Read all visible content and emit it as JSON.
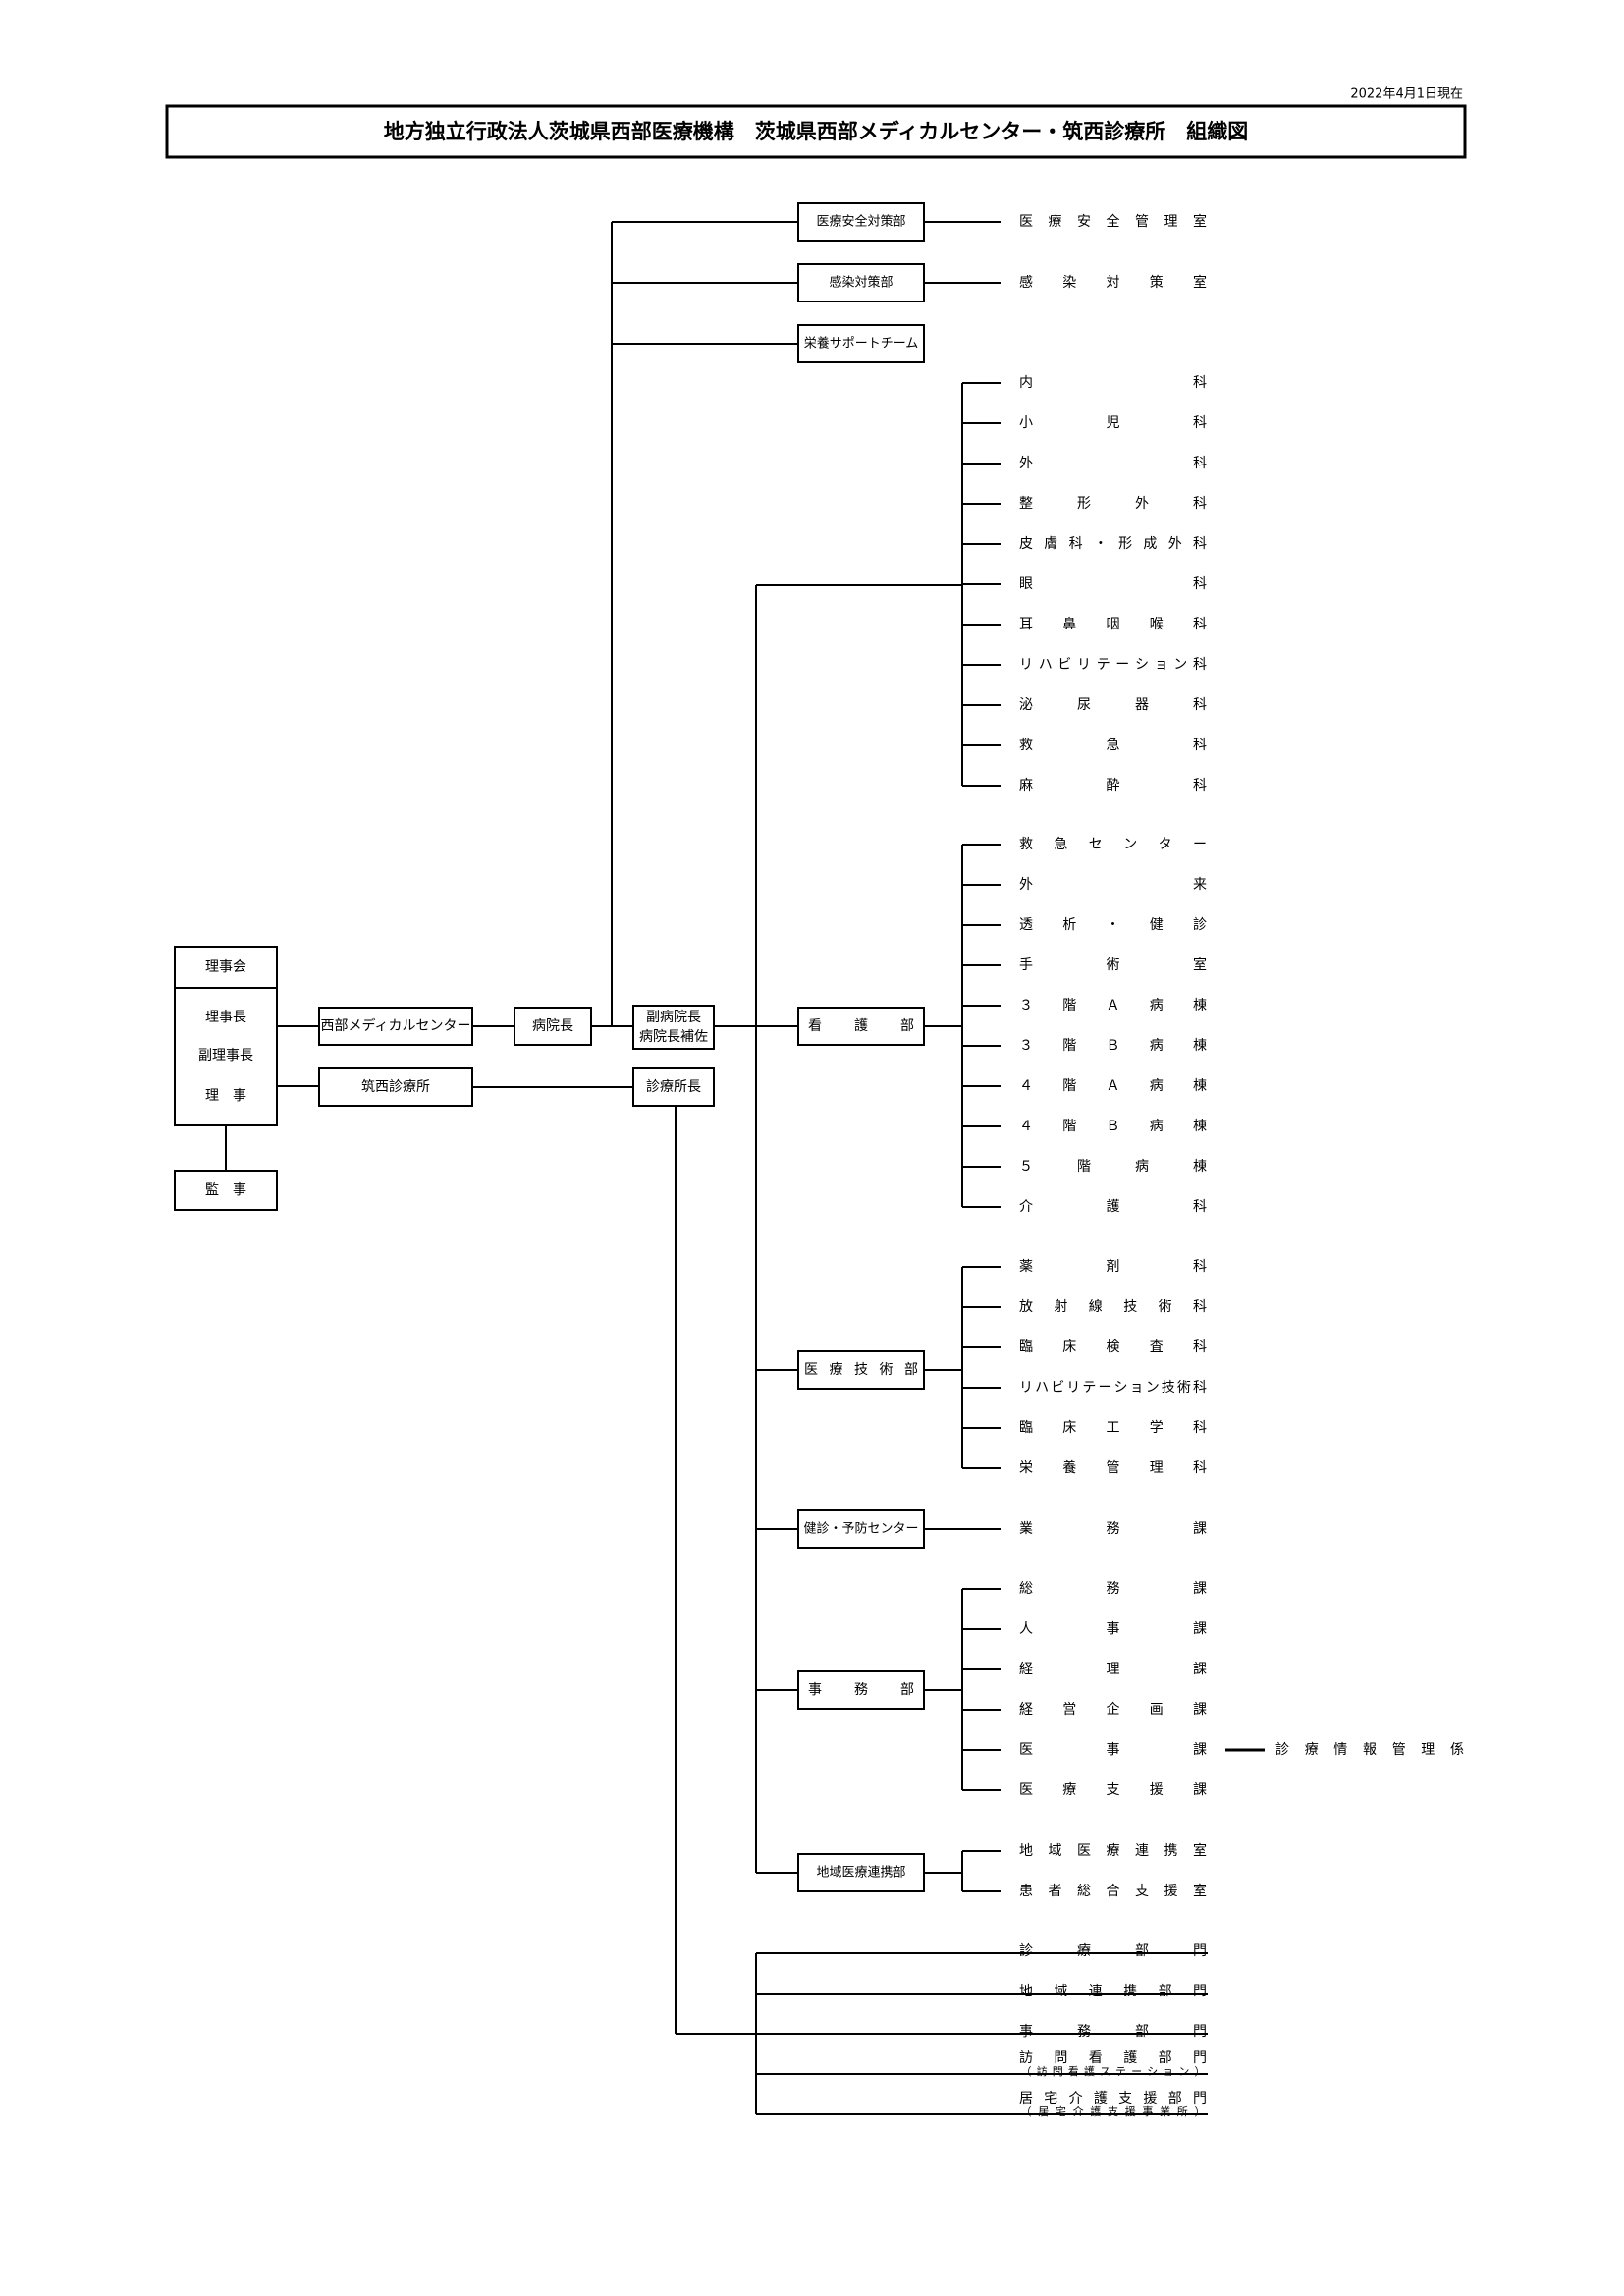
{
  "date_note": "2022年4月1日現在",
  "title": "地方独立行政法人茨城県西部医療機構　茨城県西部メディカルセンター・筑西診療所　組織図",
  "board": {
    "council": "理事会",
    "chair": "理事長",
    "vice_chair": "副理事長",
    "director": "理　事",
    "auditor": "監　事"
  },
  "units": {
    "seibu_mc": "西部メディカルセンター",
    "chikusei_clinic": "筑西診療所",
    "hospital_director": "病院長",
    "deputy_director": [
      "副病院長",
      "病院長補佐"
    ],
    "clinic_director": "診療所長"
  },
  "top_departments": [
    {
      "name": "医療安全対策部",
      "child": "医療安全管理室"
    },
    {
      "name": "感染対策部",
      "child": "感染対策室"
    },
    {
      "name": "栄養サポートチーム",
      "child": ""
    }
  ],
  "clinical_departments": [
    "内科",
    "小児科",
    "外科",
    "整形外科",
    "皮膚科・形成外科",
    "眼科",
    "耳鼻咽喉科",
    "リハビリテーション科",
    "泌尿器科",
    "救急科",
    "麻酔科"
  ],
  "nursing": {
    "name": "看護部",
    "children": [
      "救急センター",
      "外来",
      "透析・健診",
      "手術室",
      "３階Ａ病棟",
      "３階Ｂ病棟",
      "４階Ａ病棟",
      "４階Ｂ病棟",
      "５階病棟",
      "介護科"
    ]
  },
  "medical_tech": {
    "name": "医療技術部",
    "children": [
      "薬剤科",
      "放射線技術科",
      "臨床検査科",
      "リハビリテーション技術科",
      "臨床工学科",
      "栄養管理科"
    ]
  },
  "checkup": {
    "name": "健診・予防センター",
    "children": [
      "業務課"
    ]
  },
  "admin": {
    "name": "事務部",
    "children": [
      "総務課",
      "人事課",
      "経理課",
      "経営企画課",
      "医事課",
      "医療支援課"
    ],
    "sub_of_medical_affairs": "診療情報管理係"
  },
  "regional": {
    "name": "地域医療連携部",
    "children": [
      "地域医療連携室",
      "患者総合支援室"
    ]
  },
  "clinic_divisions": [
    {
      "name": "診療部門",
      "sub": ""
    },
    {
      "name": "地域連携部門",
      "sub": ""
    },
    {
      "name": "事務部門",
      "sub": ""
    },
    {
      "name": "訪問看護部門",
      "sub": "（訪問看護ステーション）"
    },
    {
      "name": "居宅介護支援部門",
      "sub": "（居宅介護支援事業所）"
    }
  ]
}
